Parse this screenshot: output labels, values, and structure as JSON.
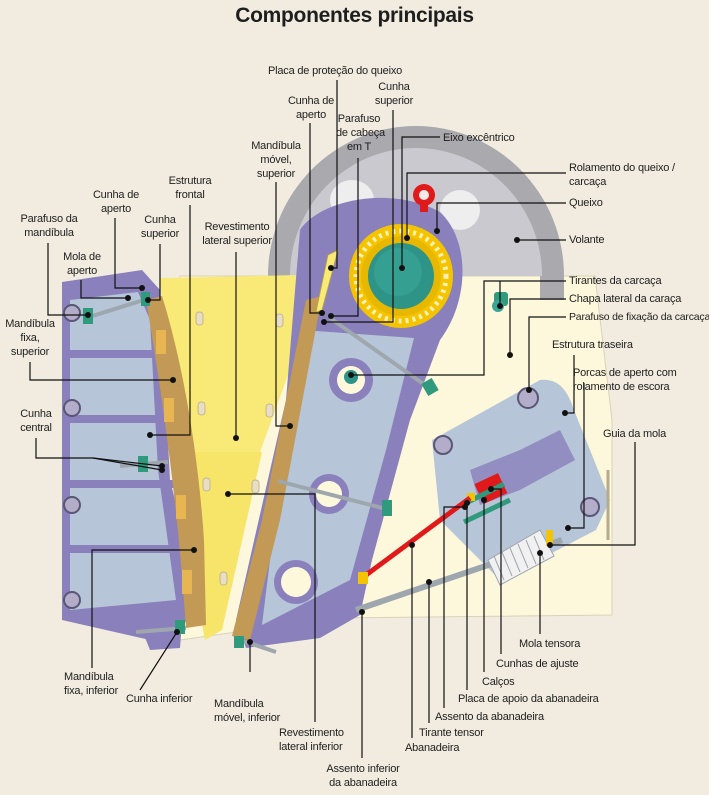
{
  "title": "Componentes principais",
  "colors": {
    "background": "#f2ece0",
    "frame": "#fdf8dc",
    "side_lining": "#f9ea78",
    "jaw_body": "#8a80bc",
    "jaw_inner": "#b6c6d8",
    "jaw_plate": "#c29a55",
    "flywheel": "#a9a9ae",
    "bearing": "#f5c400",
    "shaft": "#2e9488",
    "toggle_rod": "#e01a1a",
    "bolt_green": "#2f9a7c",
    "leader_line": "#111111"
  },
  "labels": {
    "placa_protecao_queixo": "Placa de proteção do queixo",
    "cunha_aperto_top": "Cunha de\naperto",
    "cunha_superior_top": "Cunha\nsuperior",
    "parafuso_cabeca_t": "Parafuso\nde cabeça\nem T",
    "eixo_excentrico": "Eixo excêntrico",
    "mandibula_movel_superior": "Mandíbula\nmóvel,\nsuperior",
    "rolamento_queixo": "Rolamento do queixo /\ncarcaça",
    "queixo": "Queixo",
    "volante": "Volante",
    "tirantes_carcaca": "Tirantes da carcaça",
    "chapa_lateral": "Chapa lateral da caraça",
    "parafuso_fixacao": "Parafuso de fixação da carcaça",
    "estrutura_traseira": "Estrutura traseira",
    "porcas_aperto": "Porcas de aperto com\nrolamento de escora",
    "guia_mola": "Guia da mola",
    "estrutura_frontal": "Estrutura\nfrontal",
    "cunha_aperto_left": "Cunha de\naperto",
    "parafuso_mandibula": "Parafuso da\nmandíbula",
    "cunha_superior_left": "Cunha\nsuperior",
    "mola_aperto": "Mola de\naperto",
    "revestimento_superior": "Revestimento\nlateral superior",
    "mandibula_fixa_superior": "Mandíbula\nfixa,\nsuperior",
    "cunha_central": "Cunha\ncentral",
    "mandibula_fixa_inferior": "Mandíbula\nfixa, inferior",
    "cunha_inferior": "Cunha inferior",
    "mandibula_movel_inferior": "Mandíbula\nmóvel, inferior",
    "revestimento_inferior": "Revestimento\nlateral inferior",
    "assento_inferior": "Assento inferior\nda abanadeira",
    "abanadeira": "Abanadeira",
    "tirante_tensor": "Tirante tensor",
    "assento_abanadeira": "Assento da abanadeira",
    "placa_apoio": "Placa de apoio da abanadeira",
    "calcos": "Calços",
    "cunhas_ajuste": "Cunhas de ajuste",
    "mola_tensora": "Mola tensora"
  }
}
